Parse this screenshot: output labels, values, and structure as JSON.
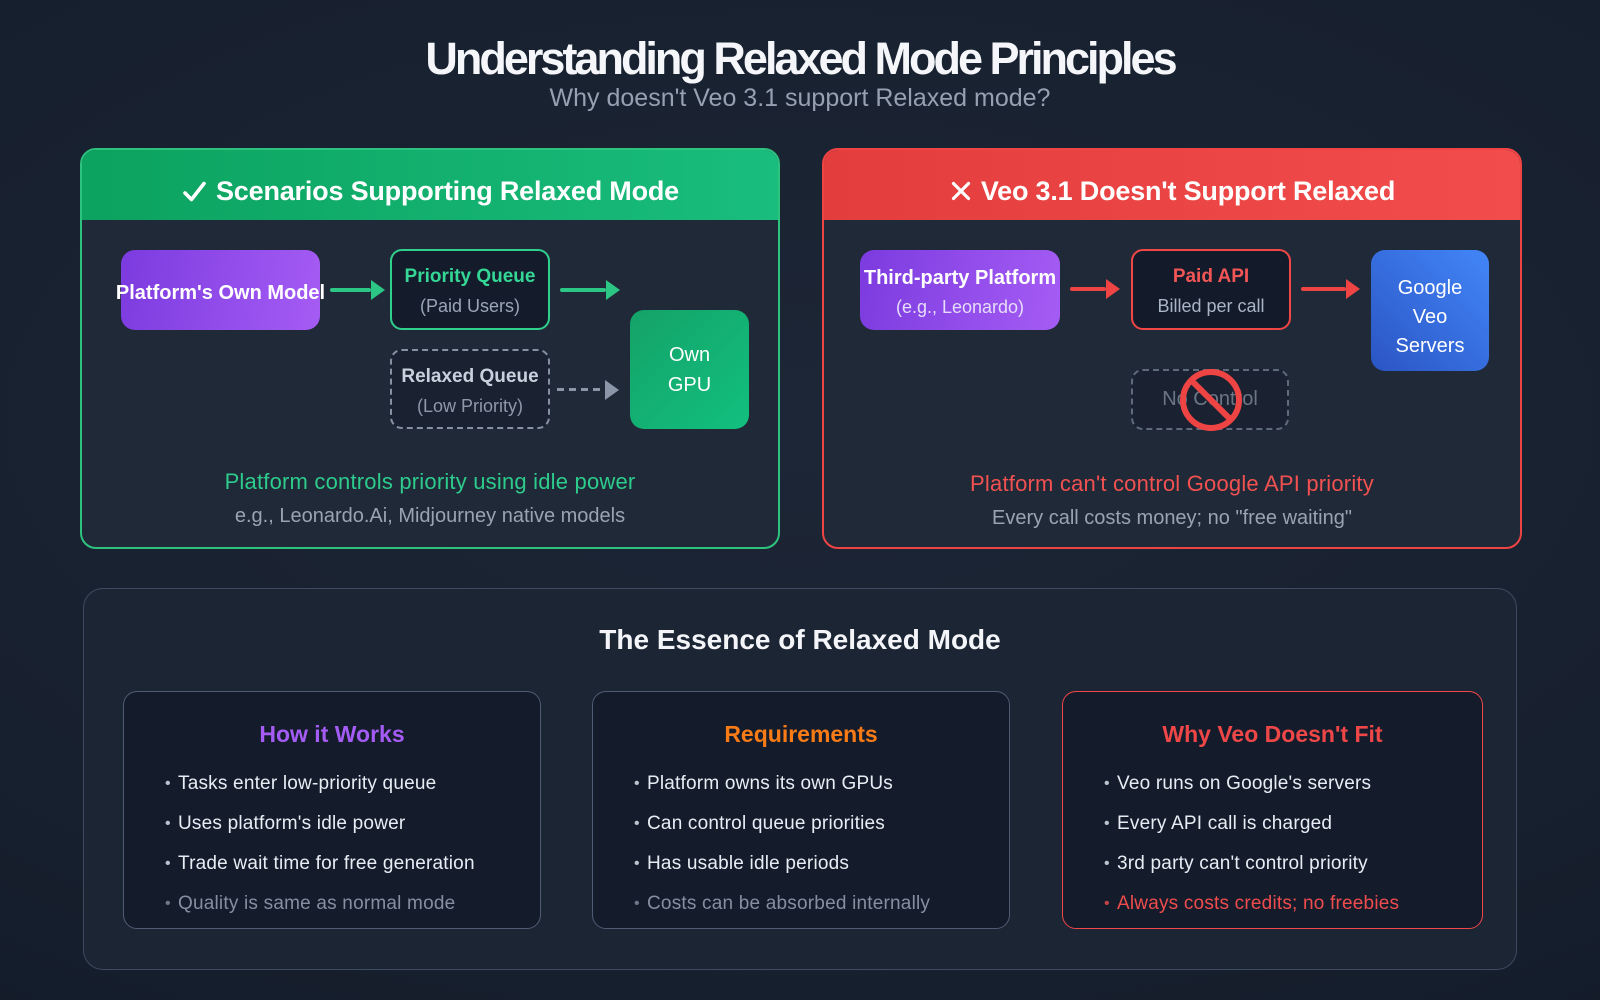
{
  "page": {
    "title": "Understanding Relaxed Mode Principles",
    "subtitle": "Why doesn't Veo 3.1 support Relaxed mode?"
  },
  "colors": {
    "background": "#18212f",
    "green_accent": "#19bd7d",
    "red_accent": "#ef4444",
    "purple_accent": "#a55cf4",
    "orange_accent": "#f97b16",
    "blue_accent": "#4286f8"
  },
  "left_panel": {
    "header_icon": "✓",
    "header": "Scenarios Supporting Relaxed Mode",
    "model_box": "Platform's Own Model",
    "priority_box": {
      "title": "Priority Queue",
      "subtitle": "(Paid Users)"
    },
    "relaxed_box": {
      "title": "Relaxed Queue",
      "subtitle": "(Low Priority)"
    },
    "gpu_box": {
      "line1": "Own",
      "line2": "GPU"
    },
    "caption": "Platform controls priority using idle power",
    "subcaption": "e.g., Leonardo.Ai, Midjourney native models"
  },
  "right_panel": {
    "header_icon": "✕",
    "header": "Veo 3.1 Doesn't Support Relaxed",
    "platform_box": {
      "title": "Third-party Platform",
      "subtitle": "(e.g., Leonardo)"
    },
    "api_box": {
      "title": "Paid API",
      "subtitle": "Billed per call"
    },
    "servers_box": {
      "line1": "Google",
      "line2": "Veo",
      "line3": "Servers"
    },
    "no_control_box": "No Control",
    "caption": "Platform can't control Google API priority",
    "subcaption": "Every call costs money; no \"free waiting\""
  },
  "essence": {
    "title": "The Essence of Relaxed Mode",
    "cards": [
      {
        "title": "How it Works",
        "items": [
          "Tasks enter low-priority queue",
          "Uses platform's idle power",
          "Trade wait time for free generation",
          "Quality is same as normal mode"
        ]
      },
      {
        "title": "Requirements",
        "items": [
          "Platform owns its own GPUs",
          "Can control queue priorities",
          "Has usable idle periods",
          "Costs can be absorbed internally"
        ]
      },
      {
        "title": "Why Veo Doesn't Fit",
        "items": [
          "Veo runs on Google's servers",
          "Every API call is charged",
          "3rd party can't control priority",
          "Always costs credits; no freebies"
        ]
      }
    ]
  }
}
